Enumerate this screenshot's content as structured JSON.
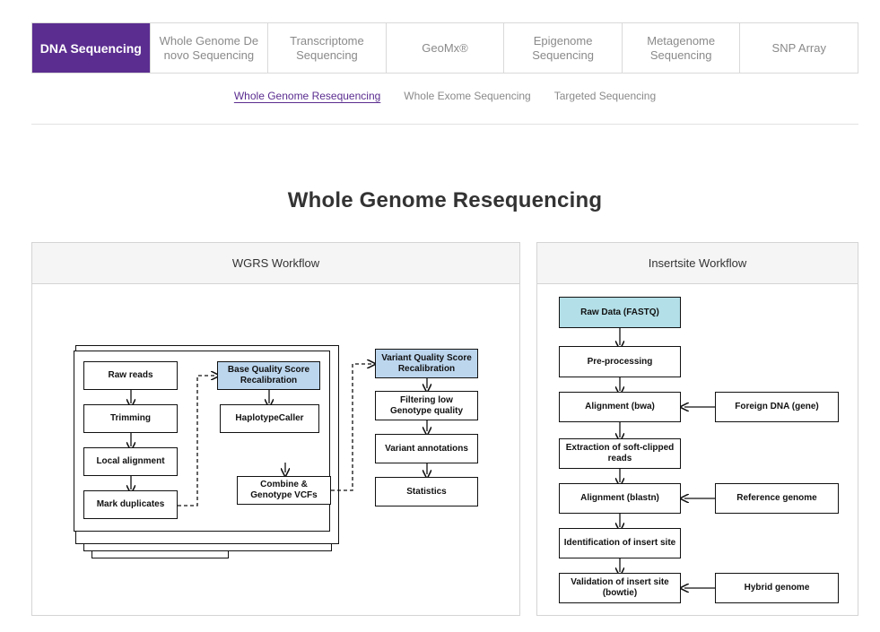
{
  "tabs": [
    {
      "label": "DNA Sequencing",
      "active": true
    },
    {
      "label": "Whole Genome De novo Sequencing",
      "active": false
    },
    {
      "label": "Transcriptome Sequencing",
      "active": false
    },
    {
      "label": "GeoMx®",
      "active": false
    },
    {
      "label": "Epigenome Sequencing",
      "active": false
    },
    {
      "label": "Metagenome Sequencing",
      "active": false
    },
    {
      "label": "SNP Array",
      "active": false
    }
  ],
  "subtabs": [
    {
      "label": "Whole Genome Resequencing",
      "active": true
    },
    {
      "label": "Whole Exome Sequencing",
      "active": false
    },
    {
      "label": "Targeted Sequencing",
      "active": false
    }
  ],
  "page_title": "Whole Genome Resequencing",
  "wgrs": {
    "title": "WGRS Workflow",
    "raw_reads": "Raw reads",
    "trimming": "Trimming",
    "local_alignment": "Local alignment",
    "mark_duplicates": "Mark duplicates",
    "bqsr": "Base Quality Score Recalibration",
    "haplotypecaller": "HaplotypeCaller",
    "combine": "Combine & Genotype VCFs",
    "vqsr": "Variant Quality Score Recalibration",
    "filtering": "Filtering low Genotype quality",
    "annotations": "Variant annotations",
    "statistics": "Statistics"
  },
  "insertsite": {
    "title": "Insertsite Workflow",
    "raw_data": "Raw Data (FASTQ)",
    "preprocessing": "Pre-processing",
    "alignment_bwa": "Alignment (bwa)",
    "extraction": "Extraction of soft-clipped reads",
    "alignment_blastn": "Alignment (blastn)",
    "identification": "Identification of insert site",
    "validation": "Validation of insert site (bowtie)",
    "foreign_dna": "Foreign DNA (gene)",
    "reference_genome": "Reference genome",
    "hybrid_genome": "Hybrid genome"
  },
  "colors": {
    "accent": "#5b2d90",
    "blue_box": "#bcd6ee",
    "cyan_box": "#b3dfe8"
  }
}
